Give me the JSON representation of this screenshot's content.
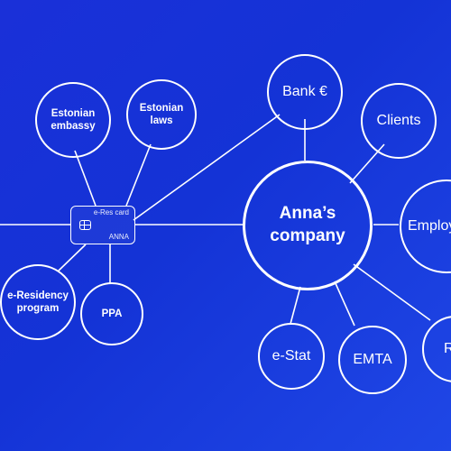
{
  "diagram": {
    "card": {
      "title": "e-Res card",
      "holder": "ANNA",
      "icon": "chip-icon"
    },
    "hub": {
      "line1": "Anna’s",
      "line2": "company"
    },
    "left_nodes": [
      {
        "id": "embassy",
        "lines": [
          "Estonian",
          "embassy"
        ]
      },
      {
        "id": "laws",
        "lines": [
          "Estonian",
          "laws"
        ]
      },
      {
        "id": "eresidency",
        "lines": [
          "e-Residency",
          "program"
        ]
      },
      {
        "id": "ppa",
        "lines": [
          "PPA"
        ]
      }
    ],
    "right_nodes": [
      {
        "id": "bank",
        "label": "Bank €"
      },
      {
        "id": "clients",
        "label": "Clients"
      },
      {
        "id": "employees",
        "label": "Employees"
      },
      {
        "id": "estat",
        "label": "e-Stat"
      },
      {
        "id": "emta",
        "label": "EMTA"
      },
      {
        "id": "r",
        "label": "R"
      }
    ]
  }
}
